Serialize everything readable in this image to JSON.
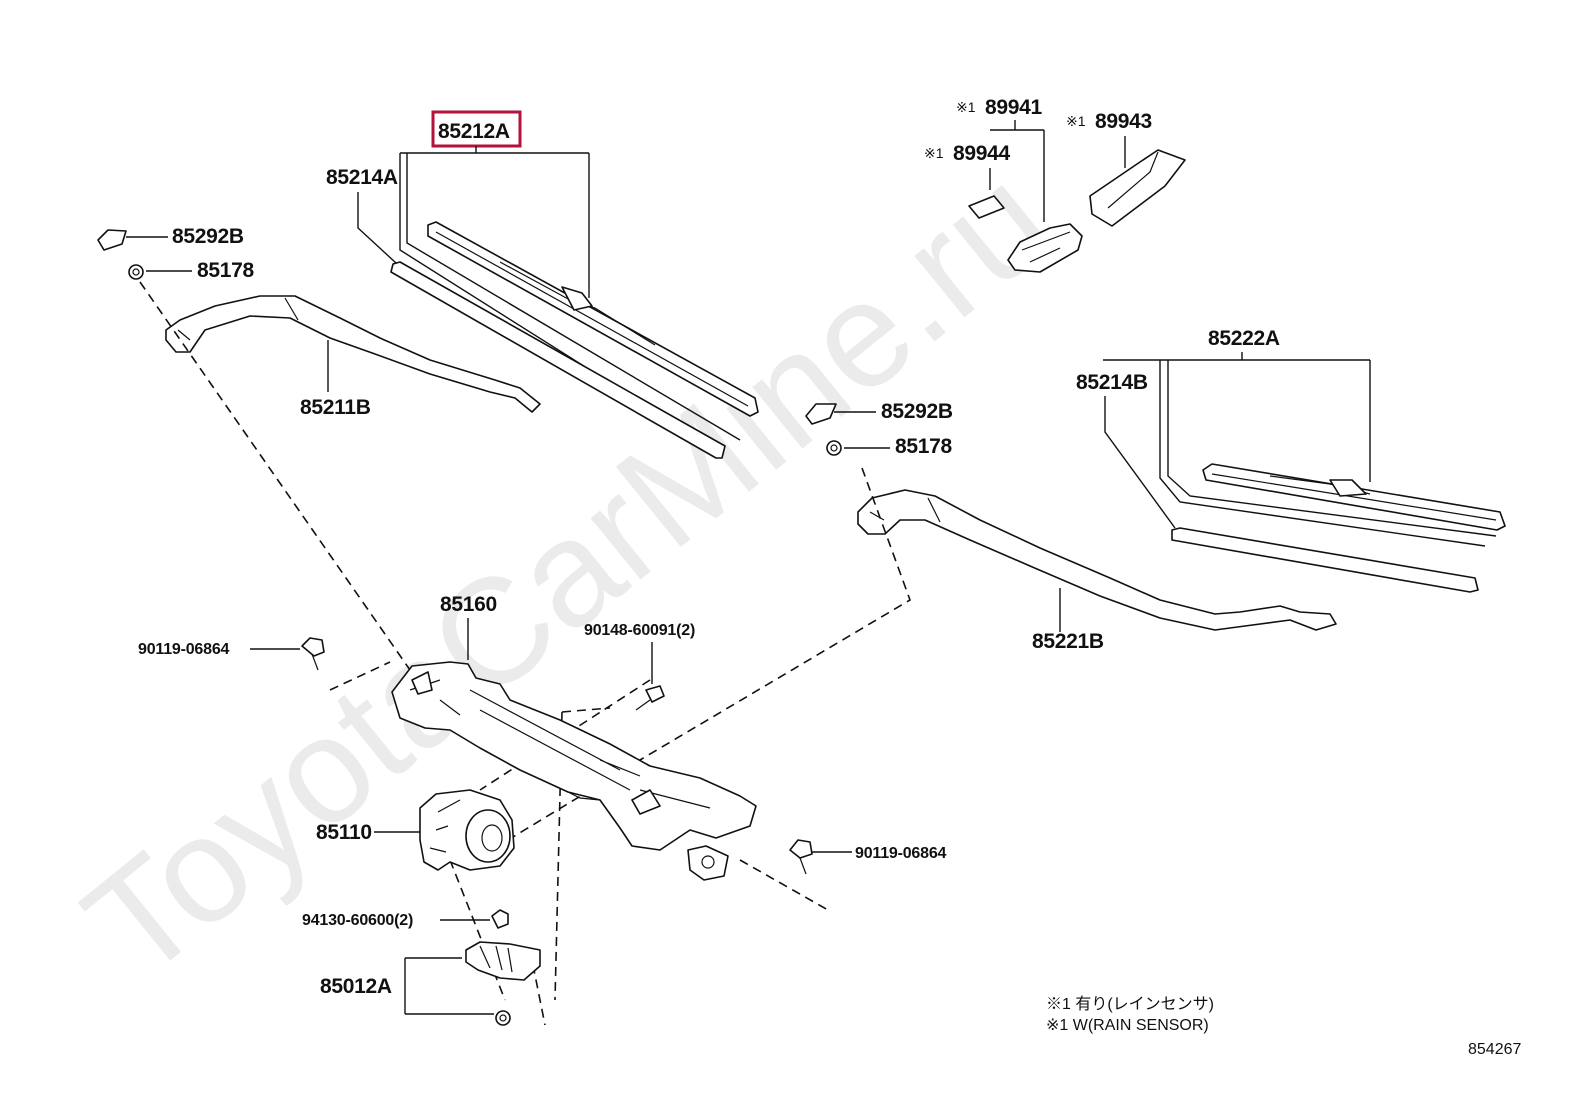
{
  "watermark": "ToyotaCarMine.ru",
  "highlighted_part": "85212A",
  "labels": {
    "p85212A": "85212A",
    "p85214A": "85214A",
    "p85292B_l": "85292B",
    "p85178_l": "85178",
    "p85211B": "85211B",
    "p89941": "89941",
    "p89944": "89944",
    "p89943": "89943",
    "p85222A": "85222A",
    "p85214B": "85214B",
    "p85292B_r": "85292B",
    "p85178_r": "85178",
    "p85221B": "85221B",
    "p85160": "85160",
    "p90119_l": "90119-06864",
    "p90148": "90148-60091(2)",
    "p85110": "85110",
    "p90119_r": "90119-06864",
    "p94130": "94130-60600(2)",
    "p85012A": "85012A"
  },
  "ref_mark": "※1",
  "notes": [
    "※1 有り(レインセンサ)",
    "※1 W(RAIN SENSOR)"
  ],
  "diagram_number": "854267",
  "colors": {
    "highlight": "#b3123a",
    "line": "#111111"
  }
}
